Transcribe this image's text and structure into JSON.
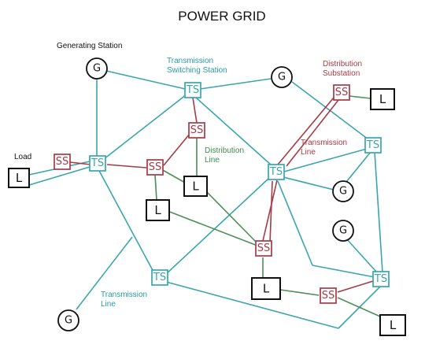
{
  "title": "POWER GRID",
  "labels": {
    "generating_station": "Generating Station",
    "transmission_switching_station": [
      "Transmission",
      "Switching Station"
    ],
    "distribution_substation": [
      "Distribution",
      "Substation"
    ],
    "transmission_line_red": [
      "Transmission",
      "Line"
    ],
    "distribution_line": [
      "Distribution",
      "Line"
    ],
    "load": "Load",
    "transmission_line_teal": [
      "Transmission",
      "Line"
    ]
  },
  "node_text": {
    "generator": "G",
    "switching_station": "TS",
    "substation": "SS",
    "load": "L"
  },
  "colors": {
    "transmission": "#38a6ad",
    "distribution": "#4d8e57",
    "substation": "#a63a47",
    "generator": "#111111",
    "load": "#111111"
  }
}
